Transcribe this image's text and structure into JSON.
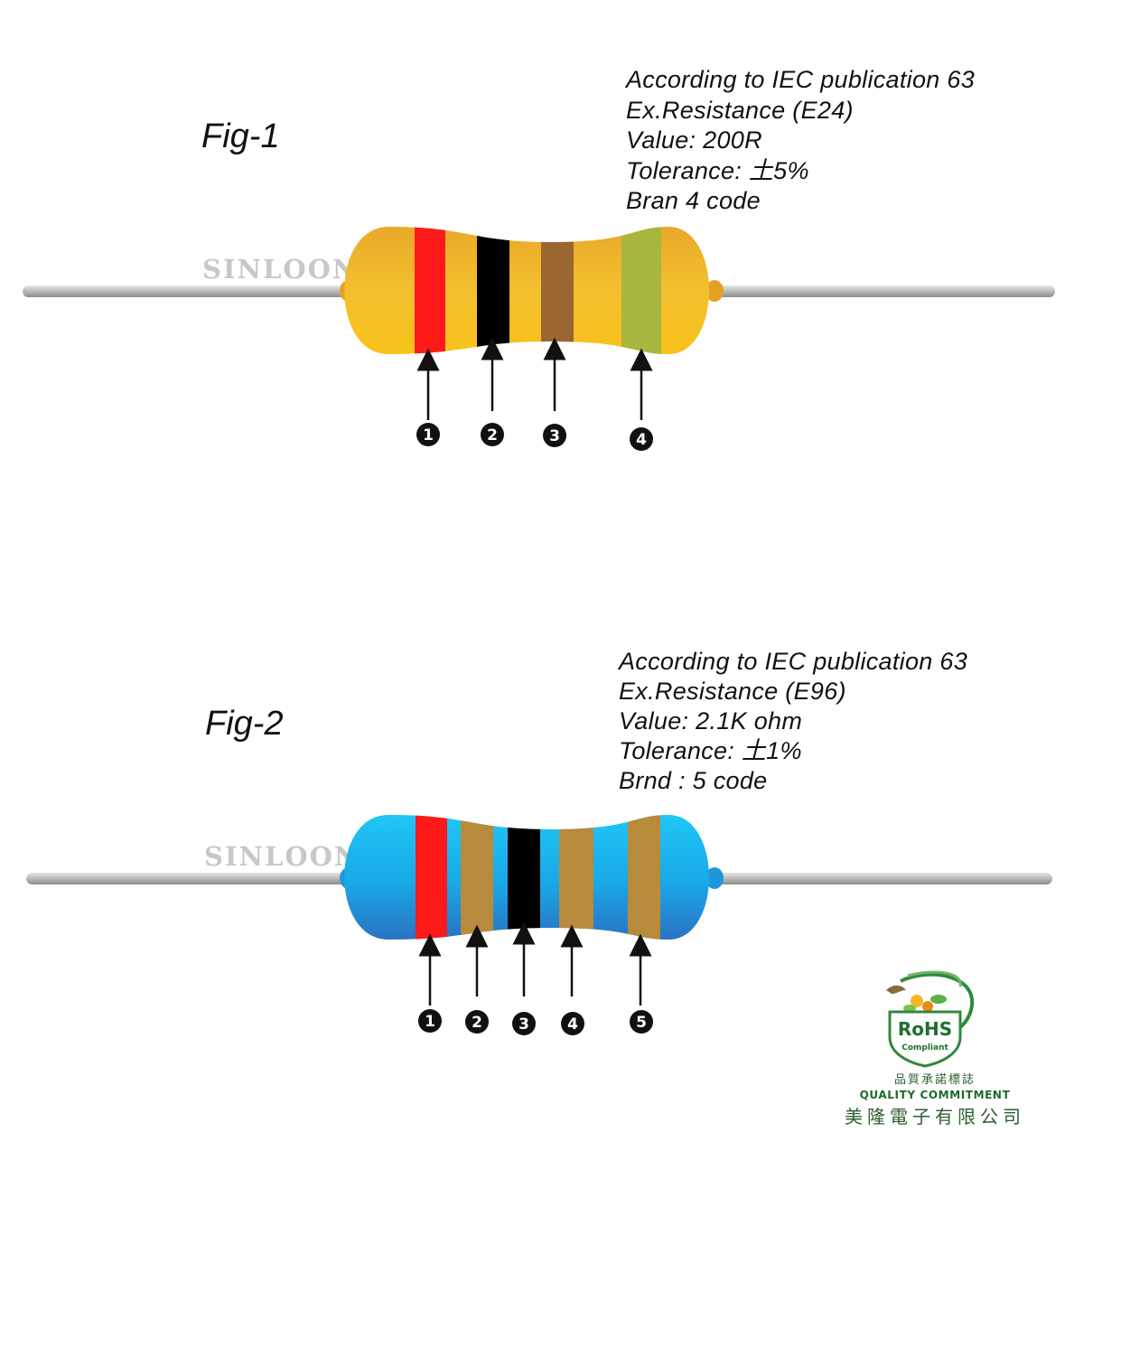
{
  "figures": [
    {
      "label": "Fig-1",
      "brand": "SINLOON",
      "info": [
        "According to IEC publication 63",
        "Ex.Resistance (E24)",
        "Value: 200R",
        "Tolerance: 土5%",
        "Bran 4 code"
      ],
      "body_color": "#f0b42a",
      "bands": [
        {
          "number": "1",
          "color": "#ff1a1a"
        },
        {
          "number": "2",
          "color": "#000000"
        },
        {
          "number": "3",
          "color": "#9a6632"
        },
        {
          "number": "4",
          "color": "#a8b640"
        }
      ]
    },
    {
      "label": "Fig-2",
      "brand": "SINLOON",
      "info": [
        "According to IEC publication 63",
        "Ex.Resistance (E96)",
        "Value: 2.1K ohm",
        "Tolerance: 土1%",
        "Brnd : 5 code"
      ],
      "body_color": "#1fb6f0",
      "bands": [
        {
          "number": "1",
          "color": "#ff1a1a"
        },
        {
          "number": "2",
          "color": "#b78a3c"
        },
        {
          "number": "3",
          "color": "#000000"
        },
        {
          "number": "4",
          "color": "#b78a3c"
        },
        {
          "number": "5",
          "color": "#b78a3c"
        }
      ]
    }
  ],
  "logo": {
    "rohs": "RoHS",
    "compliant": "Compliant",
    "chinese_line1": "品質承諾標誌",
    "quality": "QUALITY COMMITMENT",
    "company": "美隆電子有限公司",
    "color": "#2e8b3a"
  }
}
